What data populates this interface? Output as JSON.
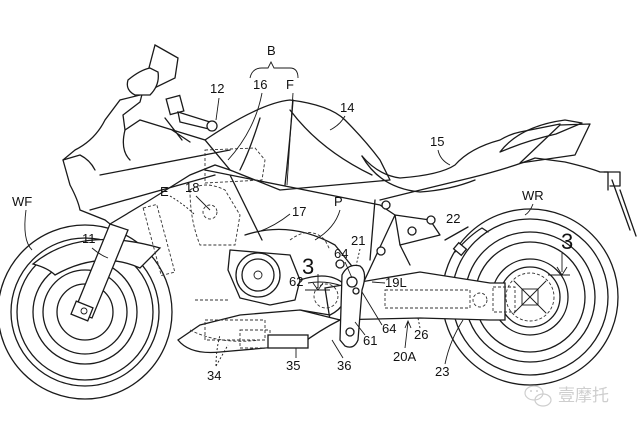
{
  "figure": {
    "title": "Motorcycle side view patent drawing",
    "line_color": "#1a1a1a",
    "background": "#ffffff"
  },
  "labels": {
    "B": "B",
    "n16": "16",
    "F": "F",
    "n12": "12",
    "n14": "14",
    "n15": "15",
    "WF": "WF",
    "WR": "WR",
    "E": "E",
    "n18": "18",
    "n17": "17",
    "P": "P",
    "n11": "11",
    "n22": "22",
    "n3a": "3",
    "n3b": "3",
    "n64a": "64",
    "n21": "21",
    "n62": "62",
    "n19L": "19L",
    "n64b": "64",
    "n61": "61",
    "n26": "26",
    "n20A": "20A",
    "n23": "23",
    "n34": "34",
    "n35": "35",
    "n36": "36"
  },
  "watermark": {
    "text": "壹摩托",
    "icon": "wechat-icon"
  }
}
